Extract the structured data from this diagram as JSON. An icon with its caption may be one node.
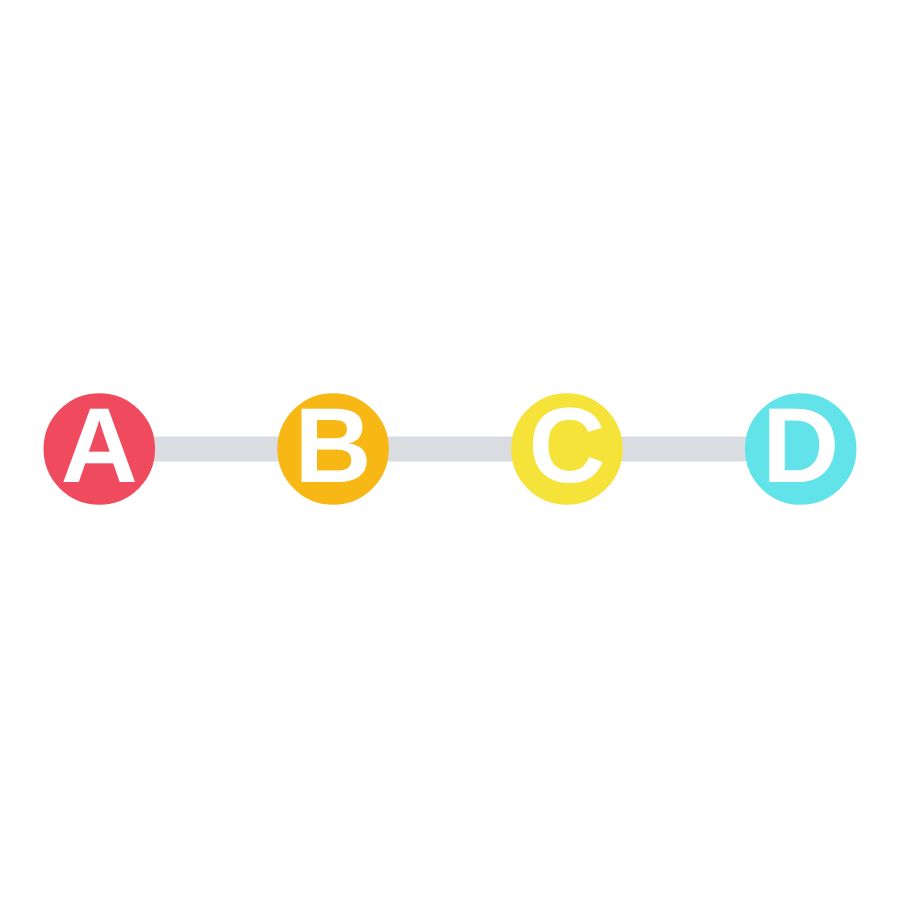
{
  "diagram": {
    "nodes": [
      {
        "text": [
          "A"
        ]
      },
      {
        "text": [
          "B"
        ]
      },
      {
        "text": [
          "C"
        ]
      },
      {
        "text": [
          "D"
        ]
      }
    ],
    "edges": [
      {
        "from": 0,
        "to": 1,
        "arrow": "none"
      },
      {
        "from": 1,
        "to": 2,
        "arrow": "none"
      },
      {
        "from": 2,
        "to": 3,
        "arrow": "none"
      }
    ]
  }
}
